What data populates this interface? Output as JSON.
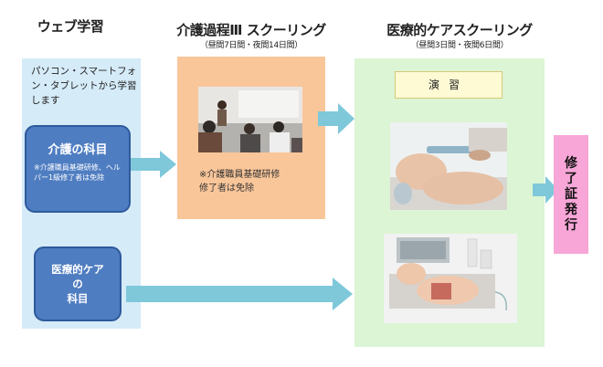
{
  "columns": {
    "web": {
      "title": "ウェブ学習"
    },
    "kaigo": {
      "title": "介護過程Ⅲ スクーリング",
      "subtitle": "（昼間7日間・夜間14日間）"
    },
    "iryo": {
      "title": "医療的ケアスクーリング",
      "subtitle": "（昼間3日間・夜間6日間）"
    }
  },
  "web_panel": {
    "description": "パソコン・スマートフォン・タブレットから学習します",
    "box1": {
      "title": "介護の科目",
      "note": "※介護職員基礎研修、ヘルパー1級修了者は免除"
    },
    "box2": {
      "lines": [
        "医療的ケア",
        "の",
        "科目"
      ]
    }
  },
  "kaigo_panel": {
    "note_lines": [
      "※介護職員基礎研修",
      "修了者は免除"
    ]
  },
  "iryo_panel": {
    "label": "演習"
  },
  "certificate": {
    "chars": [
      "修",
      "了",
      "証",
      "発",
      "行"
    ]
  },
  "colors": {
    "web_panel": "#d5ebf8",
    "kaigo_panel": "#f9c69a",
    "iryo_panel": "#dcf5d4",
    "blue_box": "#4f7dc1",
    "arrow": "#7ec8da",
    "certificate": "#f7a6d7"
  }
}
